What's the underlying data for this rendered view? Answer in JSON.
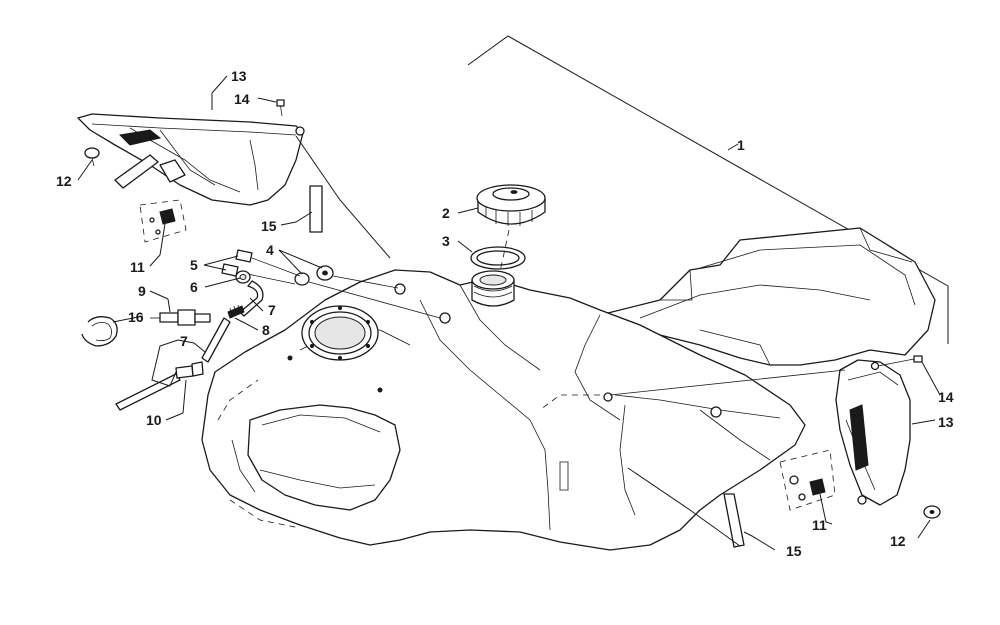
{
  "colors": {
    "ink": "#1a1a1a",
    "paper": "#ffffff",
    "shade": "#e6e6e6"
  },
  "callouts": [
    {
      "id": "c1",
      "label": "1"
    },
    {
      "id": "c2",
      "label": "2"
    },
    {
      "id": "c3",
      "label": "3"
    },
    {
      "id": "c4",
      "label": "4"
    },
    {
      "id": "c5",
      "label": "5"
    },
    {
      "id": "c6",
      "label": "6"
    },
    {
      "id": "c7a",
      "label": "7"
    },
    {
      "id": "c7b",
      "label": "7"
    },
    {
      "id": "c8",
      "label": "8"
    },
    {
      "id": "c9",
      "label": "9"
    },
    {
      "id": "c10",
      "label": "10"
    },
    {
      "id": "c11a",
      "label": "11"
    },
    {
      "id": "c11b",
      "label": "11"
    },
    {
      "id": "c12a",
      "label": "12"
    },
    {
      "id": "c12b",
      "label": "12"
    },
    {
      "id": "c13a",
      "label": "13"
    },
    {
      "id": "c13b",
      "label": "13"
    },
    {
      "id": "c14a",
      "label": "14"
    },
    {
      "id": "c14b",
      "label": "14"
    },
    {
      "id": "c15a",
      "label": "15"
    },
    {
      "id": "c15b",
      "label": "15"
    },
    {
      "id": "c16",
      "label": "16"
    }
  ]
}
